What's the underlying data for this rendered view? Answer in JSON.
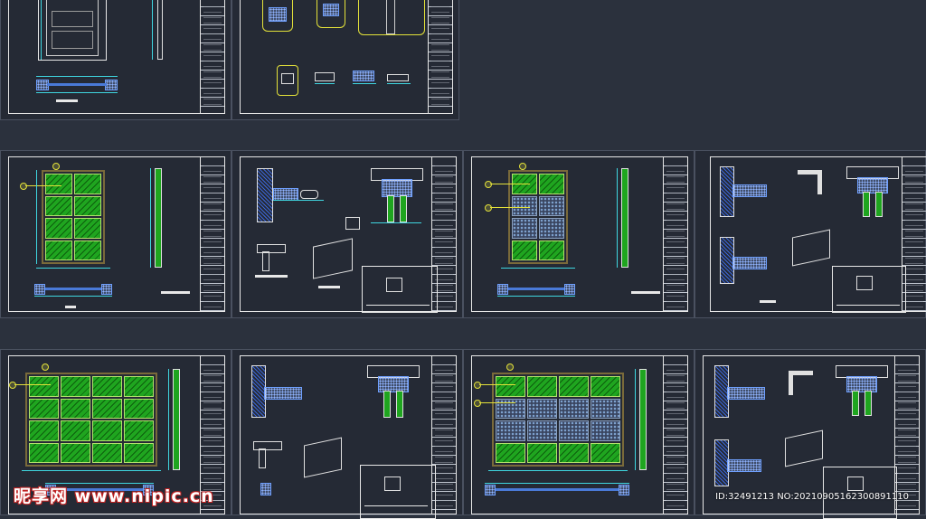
{
  "watermark": {
    "text": "昵享网 www.nipic.cn",
    "id_line": "ID:32491213 NO:20210905162300891110"
  },
  "colors": {
    "background": "#2b313d",
    "sheet": "#252a35",
    "frame": "#e8e8e8",
    "glass": "#1fa51f",
    "dimension": "#3fd6e0",
    "callout": "#e4e23a",
    "detail": "#6fa0ff"
  },
  "sheets": [
    {
      "name": "door-elevation-single-top"
    },
    {
      "name": "door-details-top"
    },
    {
      "name": "double-door-elevation-glass"
    },
    {
      "name": "double-door-details"
    },
    {
      "name": "double-door-elevation-stone"
    },
    {
      "name": "double-door-details-2"
    },
    {
      "name": "four-leaf-door-elevation-glass"
    },
    {
      "name": "four-leaf-door-details"
    },
    {
      "name": "four-leaf-door-elevation-stone"
    },
    {
      "name": "four-leaf-door-details-2"
    }
  ]
}
